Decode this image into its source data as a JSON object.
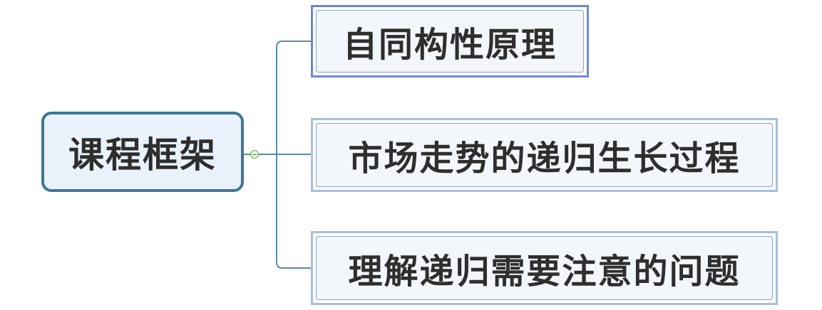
{
  "mindmap": {
    "root": {
      "label": "课程框架"
    },
    "topics": [
      {
        "label": "自同构性原理",
        "selected": true
      },
      {
        "label": "市场走势的递归生长过程",
        "selected": false
      },
      {
        "label": "理解递归需要注意的问题",
        "selected": false
      }
    ],
    "colors": {
      "root_border": "#3e7697",
      "root_fill": "#e9f1fa",
      "connector": "#5a8aa8",
      "topic_border": "#a8bde0",
      "topic_selected_border": "#6f87d8",
      "topic_fill": "#f3f6fb",
      "toggle": "#6aa84f"
    }
  }
}
